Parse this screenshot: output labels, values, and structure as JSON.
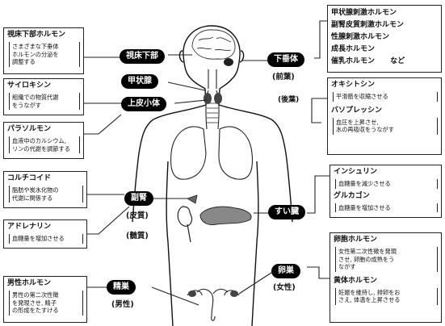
{
  "organs": {
    "hypothalamus": "視床下部",
    "pituitary": "下垂体",
    "pituitary_anterior": "(前葉)",
    "pituitary_posterior": "(後葉)",
    "thyroid": "甲状腺",
    "parathyroid": "上皮小体",
    "adrenal": "副腎",
    "adrenal_cortex": "(皮質)",
    "adrenal_medulla": "(髄質)",
    "pancreas": "すい臓",
    "ovary": "卵巣",
    "ovary_sub": "(女性)",
    "testis": "精巣",
    "testis_sub": "(男性)"
  },
  "boxes": {
    "hypothalamic_hormone": {
      "title": "視床下部ホルモン",
      "desc": [
        "さまざまな下垂体",
        "ホルモンの分泌を",
        "調整する"
      ]
    },
    "thyroxine": {
      "title": "サイロキシン",
      "desc": [
        "組織での物質代謝",
        "をうながす"
      ]
    },
    "parathormone": {
      "title": "パラソルモン",
      "desc": [
        "血液中のカルシウム,",
        "リンの代謝を調節する"
      ]
    },
    "corticoid": {
      "title": "コルチコイド",
      "desc": [
        "脂肪や炭水化物の",
        "代謝に関係する"
      ]
    },
    "adrenaline": {
      "title": "アドレナリン",
      "desc": [
        "血糖量を増加させる"
      ]
    },
    "male_hormone": {
      "title": "男性ホルモン",
      "desc": [
        "男性の第二次性徴",
        "を発現させ, 精子",
        "の形成をたすける"
      ]
    },
    "anterior_pituitary": {
      "items": [
        "甲状腺刺激ホルモン",
        "副腎皮質刺激ホルモン",
        "性腺刺激ホルモン",
        "成長ホルモン",
        "催乳ホルモン"
      ],
      "etc": "など"
    },
    "oxytocin": {
      "title": "オキシトシン",
      "desc": [
        "平滑筋を収縮させる"
      ]
    },
    "vasopressin": {
      "title": "バソプレッシン",
      "desc": [
        "血圧を上昇させ,",
        "水の再吸収をうながす"
      ]
    },
    "insulin": {
      "title": "インシュリン",
      "desc": [
        "血糖量を減少させる"
      ]
    },
    "glucagon": {
      "title": "グルカゴン",
      "desc": [
        "血糖量を増加させる"
      ]
    },
    "follicle_hormone": {
      "title": "卵胞ホルモン",
      "desc": [
        "女性第二次性徴を発現",
        "させ, 卵胞の成熟をう",
        "ながす"
      ]
    },
    "luteal_hormone": {
      "title": "黄体ホルモン",
      "desc": [
        "妊娠を維持し, 排卵をお",
        "さえ, 体温を上昇させる"
      ]
    }
  }
}
